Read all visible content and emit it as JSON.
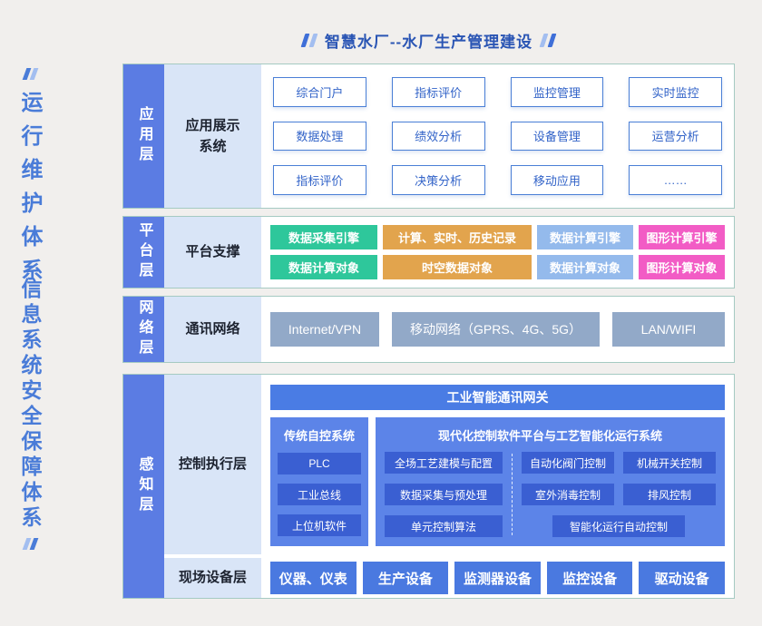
{
  "page": {
    "title": "智慧水厂--水厂生产管理建设"
  },
  "side": {
    "top": "运行维护体系",
    "bottom": "信息系统安全保障体系"
  },
  "colors": {
    "layer_blue": "#5b7ce3",
    "group_label_bg": "#d9e5f7",
    "app_button_border": "#4a7fd6",
    "green": "#2ec79b",
    "orange": "#e2a44d",
    "cell_blue": "#94baec",
    "pink": "#f25cc5",
    "network_gray_blue": "#92a9c8",
    "panel_blue": "#5c84e8",
    "inner_button_blue": "#3a5fd2",
    "gateway_blue": "#4a7ce4",
    "title_blue": "#2a55b4"
  },
  "app_layer": {
    "label": "应用层",
    "group": "应用展示\n系统",
    "buttons": [
      "综合门户",
      "指标评价",
      "监控管理",
      "实时监控",
      "数据处理",
      "绩效分析",
      "设备管理",
      "运营分析",
      "指标评价",
      "决策分析",
      "移动应用",
      "……"
    ]
  },
  "platform_layer": {
    "label": "平台层",
    "group": "平台支撑",
    "cells": [
      {
        "text": "数据采集引擎",
        "color": "#2ec79b"
      },
      {
        "text": "计算、实时、历史记录",
        "color": "#e2a44d"
      },
      {
        "text": "数据计算引擎",
        "color": "#94baec"
      },
      {
        "text": "图形计算引擎",
        "color": "#f25cc5"
      },
      {
        "text": "数据计算对象",
        "color": "#2ec79b"
      },
      {
        "text": "时空数据对象",
        "color": "#e2a44d"
      },
      {
        "text": "数据计算对象",
        "color": "#94baec"
      },
      {
        "text": "图形计算对象",
        "color": "#f25cc5"
      }
    ]
  },
  "network_layer": {
    "label": "网络层",
    "group": "通讯网络",
    "items": [
      "Internet/VPN",
      "移动网络（GPRS、4G、5G）",
      "LAN/WIFI"
    ]
  },
  "perception_layer": {
    "label": "感知层",
    "control": {
      "group": "控制执行层",
      "gateway": "工业智能通讯网关",
      "legacy": {
        "title": "传统自控系统",
        "items": [
          "PLC",
          "工业总线",
          "上位机软件"
        ]
      },
      "modern": {
        "title": "现代化控制软件平台与工艺智能化运行系统",
        "left_items": [
          "全场工艺建模与配置",
          "数据采集与预处理",
          "单元控制算法"
        ],
        "right_items": [
          "自动化阀门控制",
          "机械开关控制",
          "室外消毒控制",
          "排风控制",
          "智能化运行自动控制"
        ]
      }
    },
    "field": {
      "group": "现场设备层",
      "items": [
        "仪器、仪表",
        "生产设备",
        "监测器设备",
        "监控设备",
        "驱动设备"
      ]
    }
  }
}
